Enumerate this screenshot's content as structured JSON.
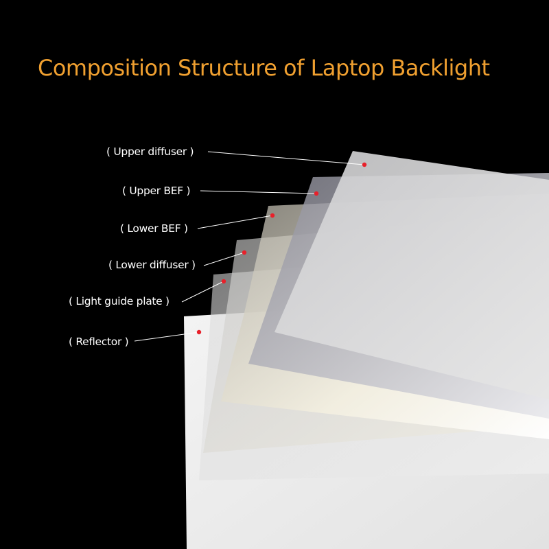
{
  "title": "Composition Structure of Laptop Backlight",
  "layers": [
    {
      "key": "upper-diffuser",
      "label": "(  Upper diffuser )"
    },
    {
      "key": "upper-bef",
      "label": "( Upper BEF )"
    },
    {
      "key": "lower-bef",
      "label": "( Lower BEF )"
    },
    {
      "key": "lower-diffuser",
      "label": "( Lower diffuser )"
    },
    {
      "key": "light-guide-plate",
      "label": "( Light guide plate )"
    },
    {
      "key": "reflector",
      "label": "( Reflector )"
    }
  ],
  "colors": {
    "title": "#f0a030",
    "background": "#000000",
    "marker": "#e8202a",
    "leader": "#ffffff"
  }
}
